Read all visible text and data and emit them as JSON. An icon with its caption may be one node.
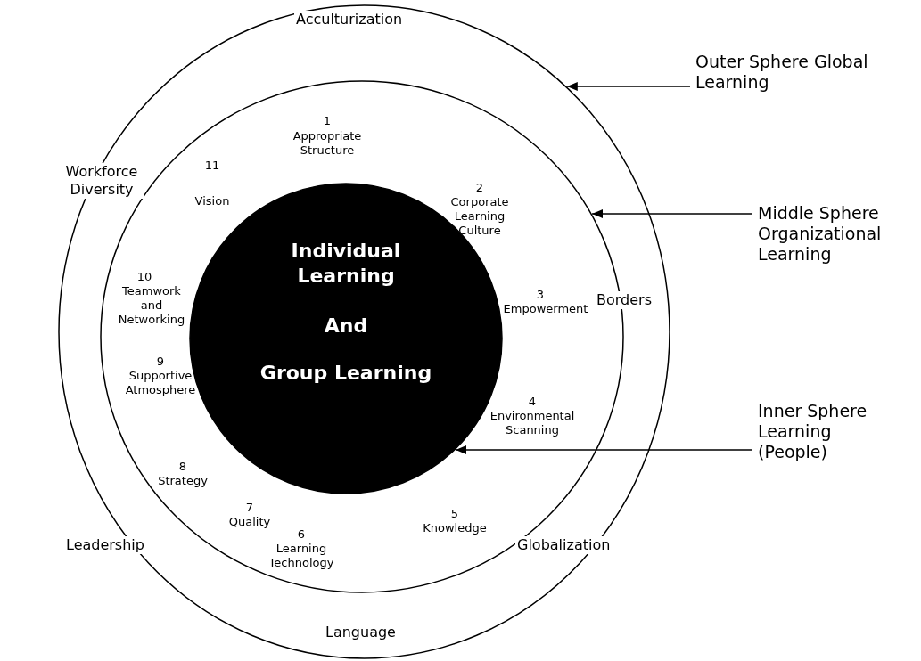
{
  "diagram": {
    "nodes": [
      {
        "text": [
          "Acculturization",
          "Workforce Diversity",
          "Borders",
          "Globalization",
          "Leadership",
          "Language"
        ]
      },
      {
        "text": [
          "1",
          "Appropriate Structure",
          "11",
          "Vision",
          "2",
          "Corporate Learning Culture",
          "10",
          "Teamwork and Networking",
          "3",
          "Empowerment",
          "9",
          "Supportive Atmosphere",
          "4",
          "Environmental Scanning",
          "8",
          "Strategy",
          "7",
          "Quality",
          "5",
          "Knowledge",
          "6",
          "Learning Technology"
        ],
        "in": 0
      },
      {
        "text": [
          "Individual Learning",
          "And",
          "Group Learning"
        ],
        "in": 1
      },
      {
        "text": [
          "Outer Sphere Global Learning"
        ]
      },
      {
        "text": [
          "Middle Sphere Organizational Learning"
        ]
      },
      {
        "text": [
          "Inner Sphere Learning (People)"
        ]
      }
    ],
    "edges": [
      {
        "from": 3,
        "to": 0,
        "arrow": "to"
      },
      {
        "from": 4,
        "to": 1,
        "arrow": "to"
      },
      {
        "from": 5,
        "to": 2,
        "arrow": "to"
      }
    ]
  }
}
